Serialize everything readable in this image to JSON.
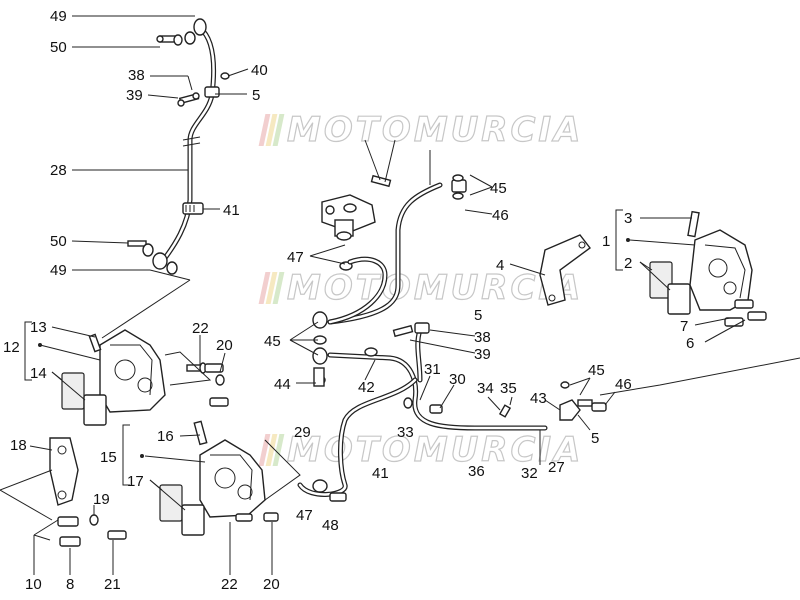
{
  "watermark": {
    "text": "MOTOMURCIA",
    "stripe_colors": [
      "#e8a8a8",
      "#f0d890",
      "#b8d8a0"
    ]
  },
  "callouts": {
    "c49a": "49",
    "c50a": "50",
    "c38a": "38",
    "c39a": "39",
    "c40": "40",
    "c5a": "5",
    "c28": "28",
    "c41a": "41",
    "c50b": "50",
    "c49b": "49",
    "c13": "13",
    "c12": "12",
    "c14": "14",
    "c22a": "22",
    "c20a": "20",
    "c18": "18",
    "c19": "19",
    "c10": "10",
    "c8": "8",
    "c21": "21",
    "c16": "16",
    "c15": "15",
    "c17": "17",
    "c22b": "22",
    "c20b": "20",
    "c47a": "47",
    "c45a": "45",
    "c44": "44",
    "c42": "42",
    "c29": "29",
    "c41b": "41",
    "c45b": "45",
    "c46a": "46",
    "c4": "4",
    "c5b": "5",
    "c38b": "38",
    "c39b": "39",
    "c31": "31",
    "c30": "30",
    "c33": "33",
    "c36": "36",
    "c34": "34",
    "c35": "35",
    "c32": "32",
    "c27": "27",
    "c43": "43",
    "c45c": "45",
    "c46b": "46",
    "c5c": "5",
    "c47b": "47",
    "c48": "48",
    "c3": "3",
    "c1": "1",
    "c2": "2",
    "c7": "7",
    "c6": "6"
  }
}
